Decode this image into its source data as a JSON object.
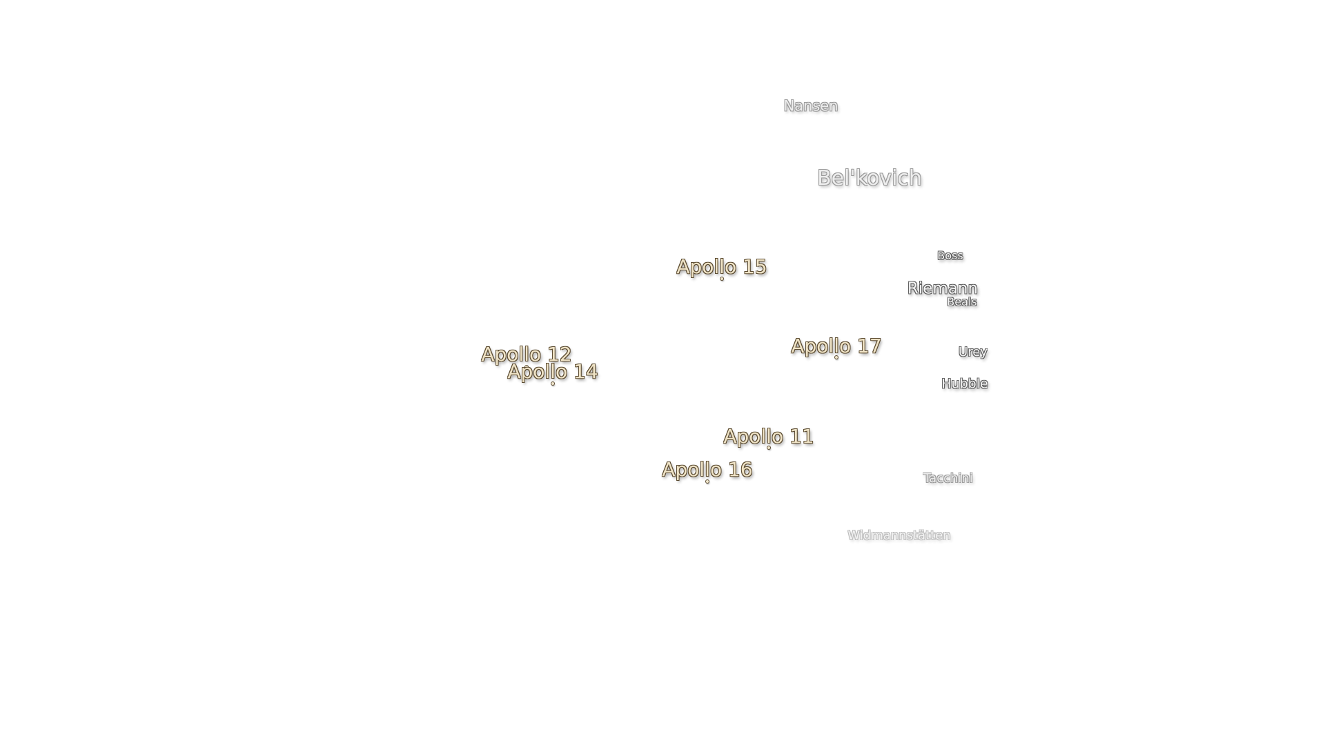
{
  "map": {
    "apollo_sites": [
      {
        "id": "apollo-11",
        "label": "Apollo 11"
      },
      {
        "id": "apollo-12",
        "label": "Apollo 12"
      },
      {
        "id": "apollo-14",
        "label": "Apollo 14"
      },
      {
        "id": "apollo-15",
        "label": "Apollo 15"
      },
      {
        "id": "apollo-16",
        "label": "Apollo 16"
      },
      {
        "id": "apollo-17",
        "label": "Apollo 17"
      }
    ],
    "craters": [
      {
        "id": "nansen",
        "label": "Nansen"
      },
      {
        "id": "belkovich",
        "label": "Bel'kovich"
      },
      {
        "id": "boss",
        "label": "Boss"
      },
      {
        "id": "riemann",
        "label": "Riemann"
      },
      {
        "id": "beals",
        "label": "Beals"
      },
      {
        "id": "urey",
        "label": "Urey"
      },
      {
        "id": "hubble",
        "label": "Hubble"
      },
      {
        "id": "tacchini",
        "label": "Tacchini"
      },
      {
        "id": "widmannstatten",
        "label": "Widmannstätten"
      }
    ],
    "colors": {
      "background": "#ffffff",
      "apollo_label": "#efe3c6",
      "crater_label": "#f4f4f4"
    }
  }
}
